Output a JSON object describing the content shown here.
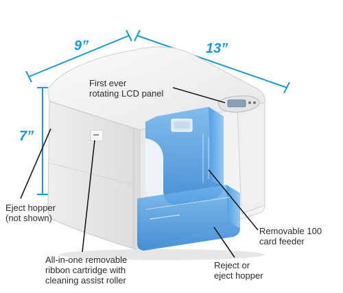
{
  "dimensions": {
    "width": "9”",
    "depth": "13”",
    "height": "7”"
  },
  "callouts": {
    "lcd_panel": [
      "First ever",
      "rotating LCD panel"
    ],
    "eject_hopper_back": [
      "Eject hopper",
      "(not shown)"
    ],
    "ribbon_cartridge": [
      "All-in-one removable",
      "ribbon cartridge with",
      "cleaning assist roller"
    ],
    "card_feeder": [
      "Removable 100",
      "card feeder"
    ],
    "reject_hopper": [
      "Reject or",
      "eject hopper"
    ]
  },
  "colors": {
    "dimension_lines": "#1b97d3",
    "printer_body": "#f2f2f2",
    "translucent_blue": "#3b8fd9",
    "callout_text": "#2b2b2b"
  }
}
